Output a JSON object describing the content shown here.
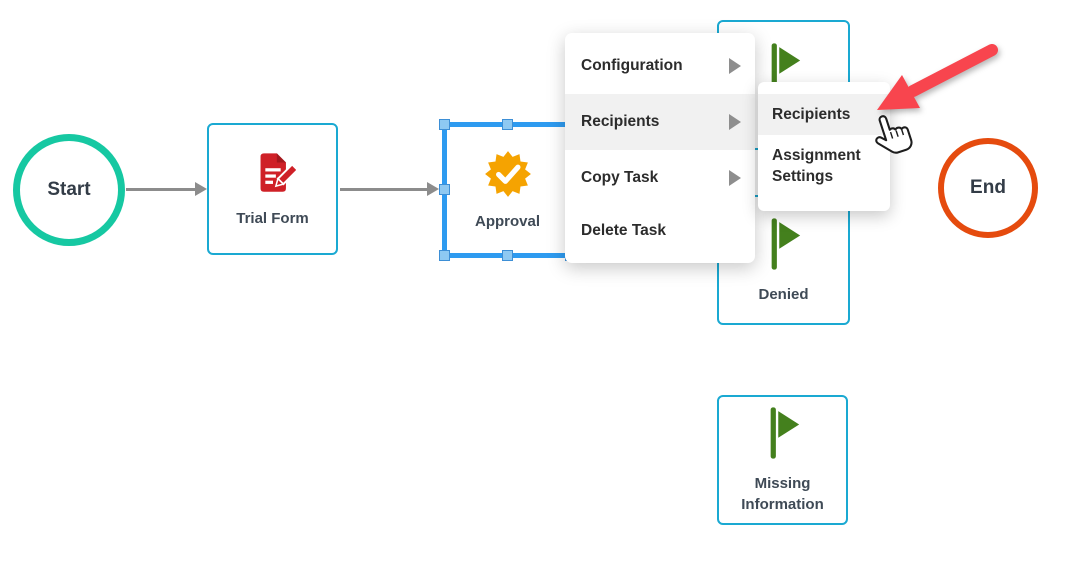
{
  "workflow": {
    "start_label": "Start",
    "end_label": "End",
    "nodes": {
      "trial_form": {
        "label": "Trial Form",
        "icon": "document-edit-icon"
      },
      "approval": {
        "label": "Approval",
        "icon": "approval-badge-icon",
        "selected": true
      },
      "denied": {
        "label": "Denied",
        "icon": "flag-icon"
      },
      "missing_information": {
        "label": "Missing Information",
        "icon": "flag-icon"
      },
      "outcome_top": {
        "icon": "flag-icon",
        "label_visible": false
      }
    }
  },
  "context_menu": {
    "items": [
      {
        "label": "Configuration",
        "has_submenu": true,
        "highlighted": false
      },
      {
        "label": "Recipients",
        "has_submenu": true,
        "highlighted": true
      },
      {
        "label": "Copy Task",
        "has_submenu": true,
        "highlighted": false
      },
      {
        "label": "Delete Task",
        "has_submenu": false,
        "highlighted": false
      }
    ]
  },
  "submenu": {
    "items": [
      {
        "label": "Recipients",
        "highlighted": true
      },
      {
        "label": "Assignment Settings",
        "highlighted": false
      }
    ]
  },
  "annotations": {
    "pointer": "hand-cursor",
    "arrow_target": "Recipients"
  },
  "colors": {
    "teal": "#16c8a2",
    "orange_red": "#e54b0e",
    "cyan": "#1aa9d2",
    "selection_blue": "#2e9bf0",
    "flag_green": "#44801d",
    "badge_orange": "#f5a301",
    "doc_red": "#cf2027",
    "connector_gray": "#8c8c8c",
    "arrow_red": "#f8454e",
    "menu_hl": "#f1f1f1"
  }
}
